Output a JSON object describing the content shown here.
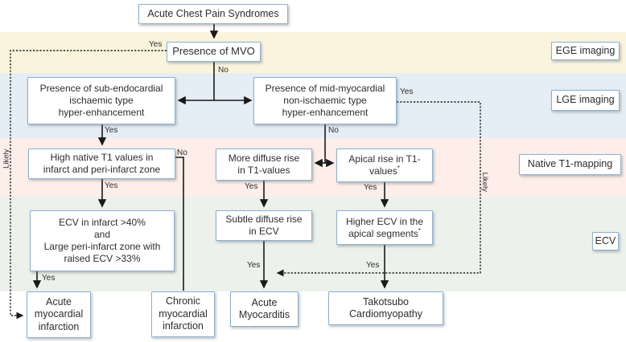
{
  "diagram_title": "Acute Chest Pain Syndromes",
  "labels": {
    "yes": "Yes",
    "no": "No",
    "likely": "Likely"
  },
  "nodes": {
    "title": {
      "text": "Acute Chest Pain Syndromes"
    },
    "mvo": {
      "text": "Presence of MVO"
    },
    "subendo": {
      "text": "Presence of sub-endocardial\nischaemic type\nhyper-enhancement"
    },
    "midmyo": {
      "text": "Presence of mid-myocardial\nnon-ischaemic type\nhyper-enhancement"
    },
    "high_t1": {
      "text": "High native T1 values in\ninfarct and peri-infarct zone"
    },
    "more_diffuse": {
      "text": "More diffuse rise\nin T1-values"
    },
    "apical_rise": {
      "text": "Apical rise in T1-\nvalues",
      "sup": "*"
    },
    "ecv_infarct": {
      "text": "ECV in infarct >40%\nand\nLarge peri-infarct zone with\nraised ECV >33%"
    },
    "subtle_rise": {
      "text": "Subtle diffuse rise\nin ECV"
    },
    "higher_ecv": {
      "text": "Higher ECV in the\napical segments",
      "sup": "*"
    },
    "acute_mi": {
      "text": "Acute\nmyocardial\ninfarction"
    },
    "chronic_mi": {
      "text": "Chronic\nmyocardial\ninfarction"
    },
    "acute_myocarditis": {
      "text": "Acute\nMyocarditis"
    },
    "takotsubo": {
      "text": "Takotsubo\nCardiomyopathy"
    }
  },
  "stage_labels": {
    "ege": "EGE imaging",
    "lge": "LGE imaging",
    "native_t1": "Native T1-mapping",
    "ecv": "ECV"
  },
  "colors": {
    "band_ege": "#faf4dd",
    "band_lge": "#e5edf5",
    "band_t1": "#fdeee9",
    "band_ecv": "#ecf1eb",
    "box_border": "#8ab1d4",
    "arrow": "#1a1a1a",
    "text": "#2d2d2d"
  }
}
